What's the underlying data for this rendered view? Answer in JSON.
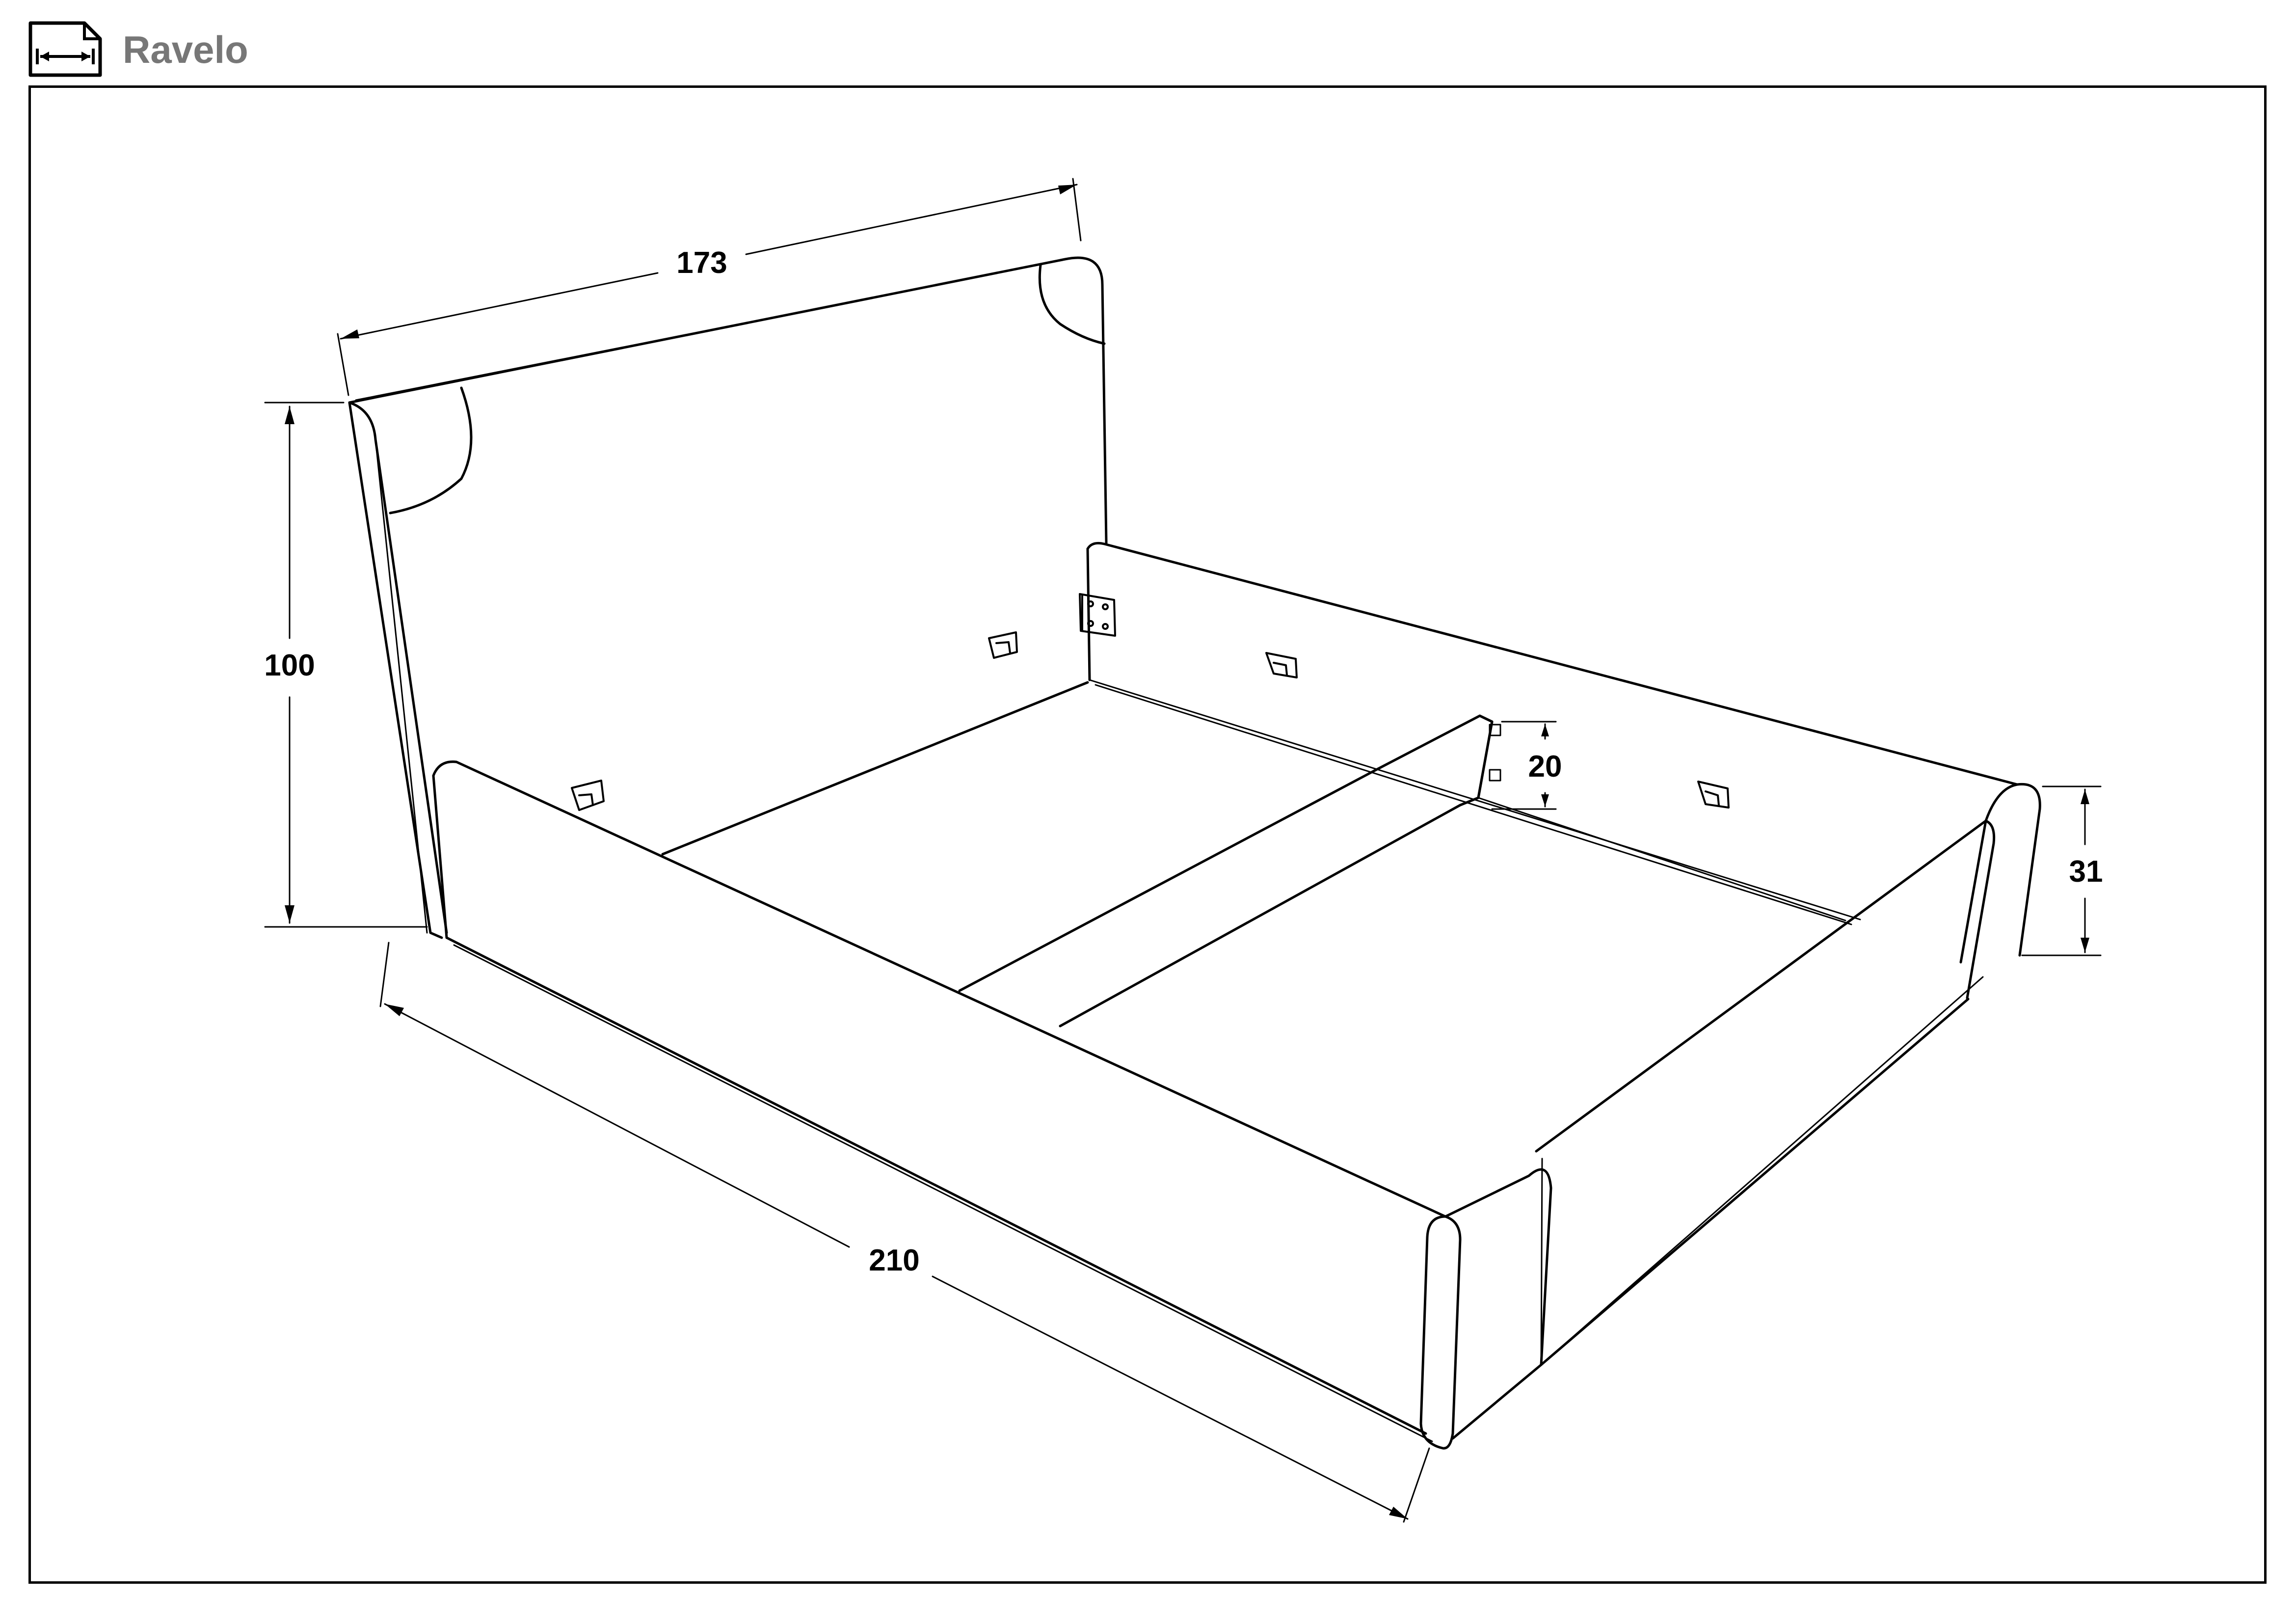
{
  "header": {
    "icon": "dimensions-icon",
    "product_name": "Ravelo"
  },
  "dimensions": {
    "headboard_width": "173",
    "headboard_height": "100",
    "length": "210",
    "slat_height": "20",
    "side_height": "31"
  }
}
